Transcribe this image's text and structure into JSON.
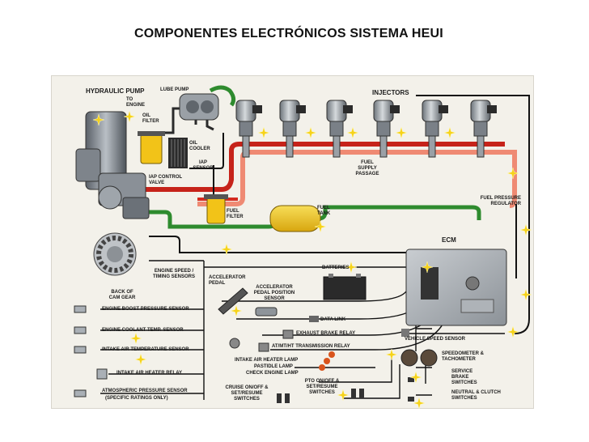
{
  "slide": {
    "title": "COMPONENTES  ELECTRÓNICOS SISTEMA HEUI"
  },
  "labels": {
    "hydraulic_pump": "HYDRAULIC PUMP",
    "to_engine": "TO ENGINE",
    "lube_pump": "LUBE PUMP",
    "injectors": "INJECTORS",
    "oil_filter": "OIL FILTER",
    "oil_cooler": "OIL COOLER",
    "iap_sensor": "IAP SENSOR",
    "iap_control_valve": "IAP CONTROL VALVE",
    "fuel_supply_passage": "FUEL SUPPLY PASSAGE",
    "fuel_pressure_regulator": "FUEL PRESSURE REGULATOR",
    "fuel_filter": "FUEL FILTER",
    "fuel_tank": "FUEL TANK",
    "ecm": "ECM",
    "batteries": "BATTERIES",
    "engine_speed_timing_sensors": "ENGINE SPEED / TIMING SENSORS",
    "back_of_cam_gear": "BACK OF CAM GEAR",
    "accelerator_pedal": "ACCELERATOR PEDAL",
    "accelerator_pedal_position_sensor": "ACCELERATOR PEDAL POSITION SENSOR",
    "engine_boost_pressure_sensor": "ENGINE BOOST PRESSURE SENSOR",
    "engine_coolant_temp_sensor": "ENGINE COOLANT TEMP. SENSOR",
    "intake_air_temperature_sensor": "INTAKE AIR TEMPERATURE SENSOR",
    "intake_air_heater_relay": "INTAKE AIR HEATER RELAY",
    "atmospheric_pressure_sensor": "ATMOSPHERIC PRESSURE SENSOR",
    "specific_ratings_only": "(SPECIFIC RATINGS ONLY)",
    "data_link": "DATA LINK",
    "exhaust_brake_relay": "EXHAUST BRAKE RELAY",
    "transmission_relay": "AT/MT/HT TRANSMISSION RELAY",
    "vehicle_speed_sensor": "VEHICLE SPEED SENSOR",
    "speedometer_tachometer": "SPEEDOMETER & TACHOMETER",
    "intake_air_heater_lamp": "INTAKE AIR HEATER LAMP",
    "pastidle_lamp": "PASTIDLE LAMP",
    "check_engine_lamp": "CHECK ENGINE LAMP",
    "pto_on_off": "PTO ON/OFF & SET/RESUME SWITCHES",
    "cruise_on_off": "CRUISE ON/OFF & SET/RESUME SWITCHES",
    "service_brake_switches": "SERVICE BRAKE SWITCHES",
    "neutral_clutch_switches": "NEUTRAL & CLUTCH SWITCHES"
  },
  "colors": {
    "oil_line": "#d42a1f",
    "oil_supply": "#ef8a73",
    "fuel_line": "#2e8b2e",
    "wire": "#111111",
    "fuel_tank": "#f2c318",
    "injector_body": "#9aa1a8",
    "sparkle": "#f6d21a"
  }
}
